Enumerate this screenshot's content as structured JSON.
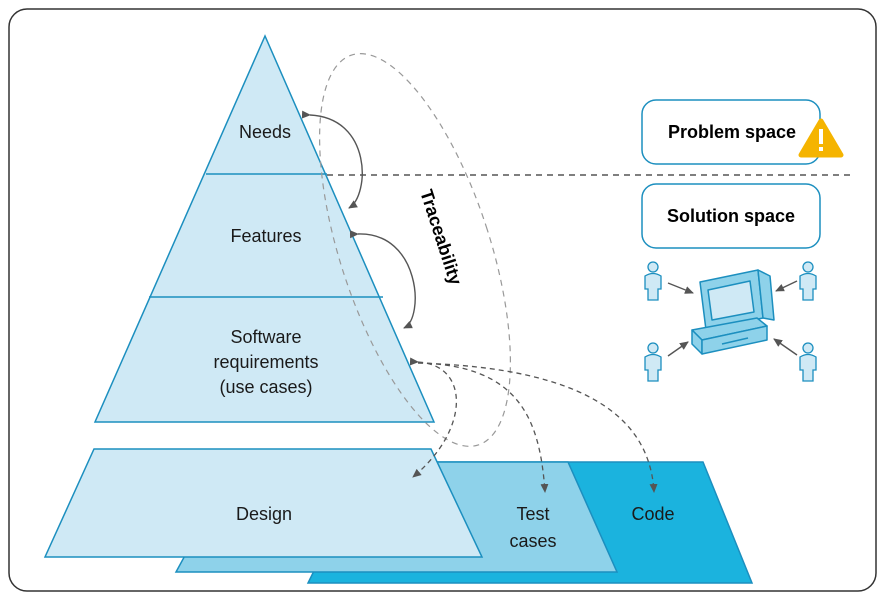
{
  "pyramid": {
    "needs": "Needs",
    "features": "Features",
    "software_line1": "Software",
    "software_line2": "requirements",
    "software_line3": "(use cases)"
  },
  "layers": {
    "design": "Design",
    "test_line1": "Test",
    "test_line2": "cases",
    "code": "Code"
  },
  "traceability": "Traceability",
  "spaces": {
    "problem": "Problem space",
    "solution": "Solution space"
  },
  "colors": {
    "pyramid_fill": "#cfe9f5",
    "test_fill": "#8ed2ea",
    "code_fill": "#1bb3de",
    "stroke": "#1c8fbf",
    "arrow": "#555555",
    "warning": "#f5b400"
  },
  "icons": {
    "warning": "warning-icon",
    "computer": "computer-icon",
    "user": "user-icon"
  }
}
